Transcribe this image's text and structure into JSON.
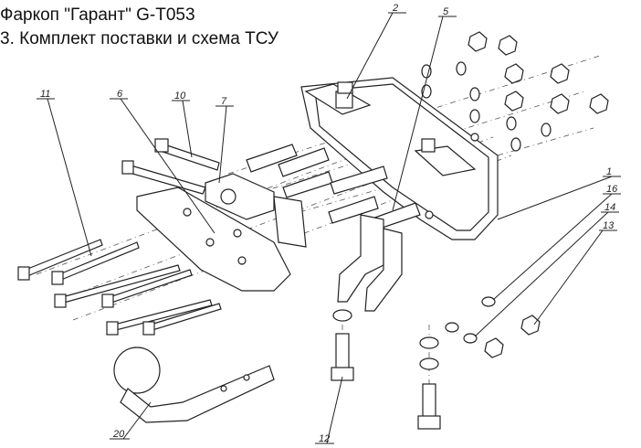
{
  "header": {
    "title_line1": "Фаркоп \"Гарант\" G-T053",
    "title_line2": "3. Комплект поставки и схема ТСУ"
  },
  "callouts": [
    "2",
    "5",
    "11",
    "6",
    "10",
    "7",
    "1",
    "16",
    "14",
    "13",
    "20",
    "12"
  ]
}
